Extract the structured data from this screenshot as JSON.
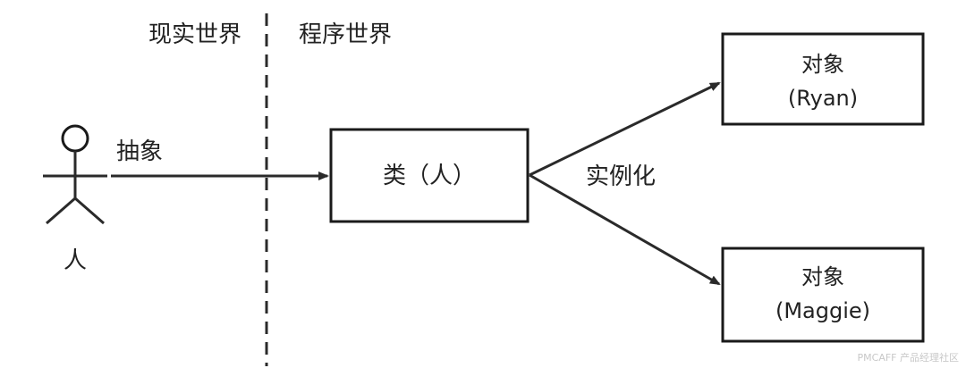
{
  "realm_real": "现实世界",
  "realm_program": "程序世界",
  "actor_label": "人",
  "abstract_label": "抽象",
  "class_box": "类（人）",
  "instantiate_label": "实例化",
  "object_top": {
    "line1": "对象",
    "line2": "(Ryan)"
  },
  "object_bottom": {
    "line1": "对象",
    "line2": "(Maggie)"
  },
  "watermark": "PMCAFF 产品经理社区"
}
